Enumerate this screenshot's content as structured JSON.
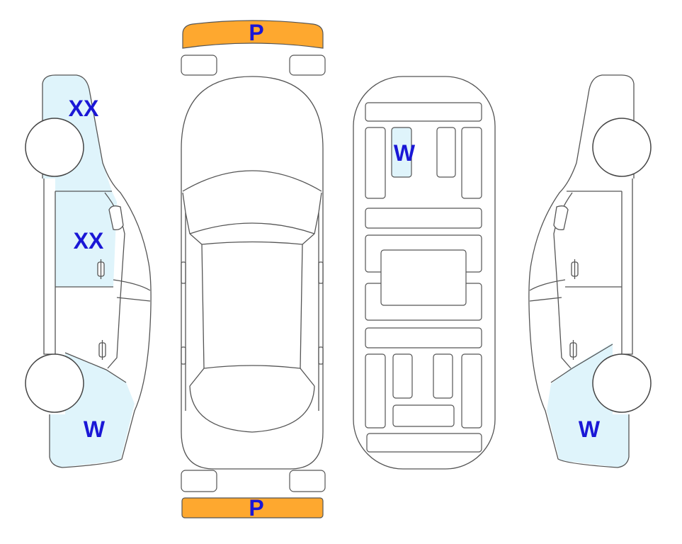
{
  "colors": {
    "damage_fill": "#dff4fb",
    "bumper_fill": "#fea82f",
    "label_color": "#1a17d6",
    "outline": "#555555"
  },
  "marks": {
    "front_bumper": "P",
    "rear_bumper": "P",
    "left_front_fender": "XX",
    "left_front_door": "XX",
    "left_rear_quarter": "W",
    "interior_seat": "W",
    "right_rear_quarter": "W"
  }
}
